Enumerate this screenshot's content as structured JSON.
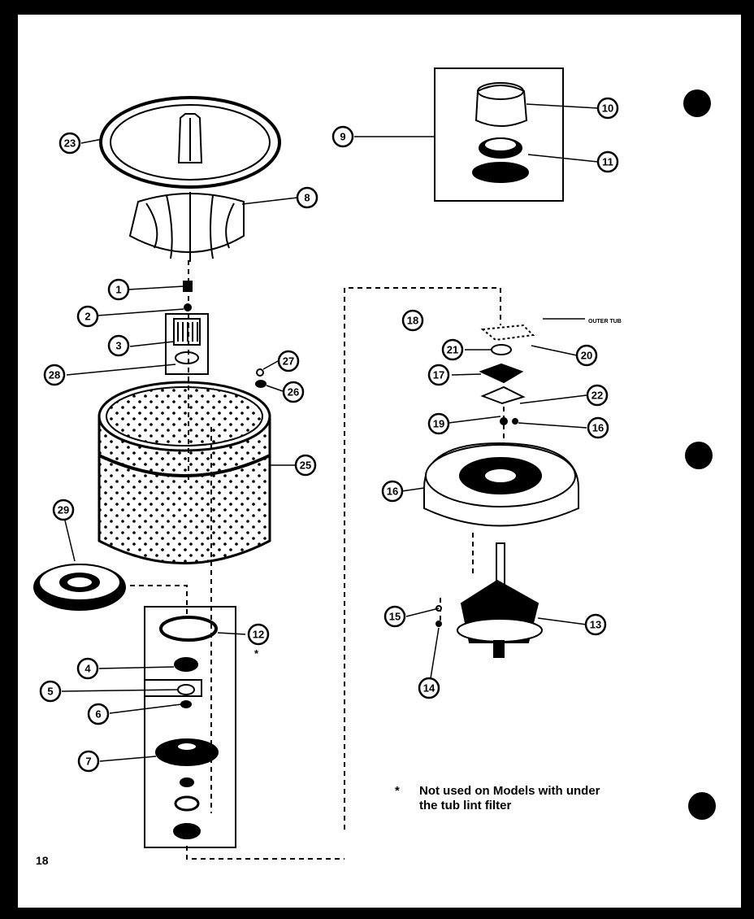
{
  "callouts": [
    "1",
    "2",
    "3",
    "4",
    "5",
    "6",
    "7",
    "8",
    "9",
    "10",
    "11",
    "12",
    "13",
    "14",
    "15",
    "16",
    "16",
    "17",
    "18",
    "19",
    "20",
    "21",
    "22",
    "23",
    "25",
    "26",
    "27",
    "28",
    "29"
  ],
  "outer_tub_label": "OUTER TUB",
  "note": {
    "asterisk": "*",
    "text": "Not used on Models with under the tub lint filter"
  },
  "page_number": "18",
  "part12_marker": "*",
  "colors": {
    "ink": "#000000",
    "paper": "#ffffff",
    "border": "#000000"
  }
}
